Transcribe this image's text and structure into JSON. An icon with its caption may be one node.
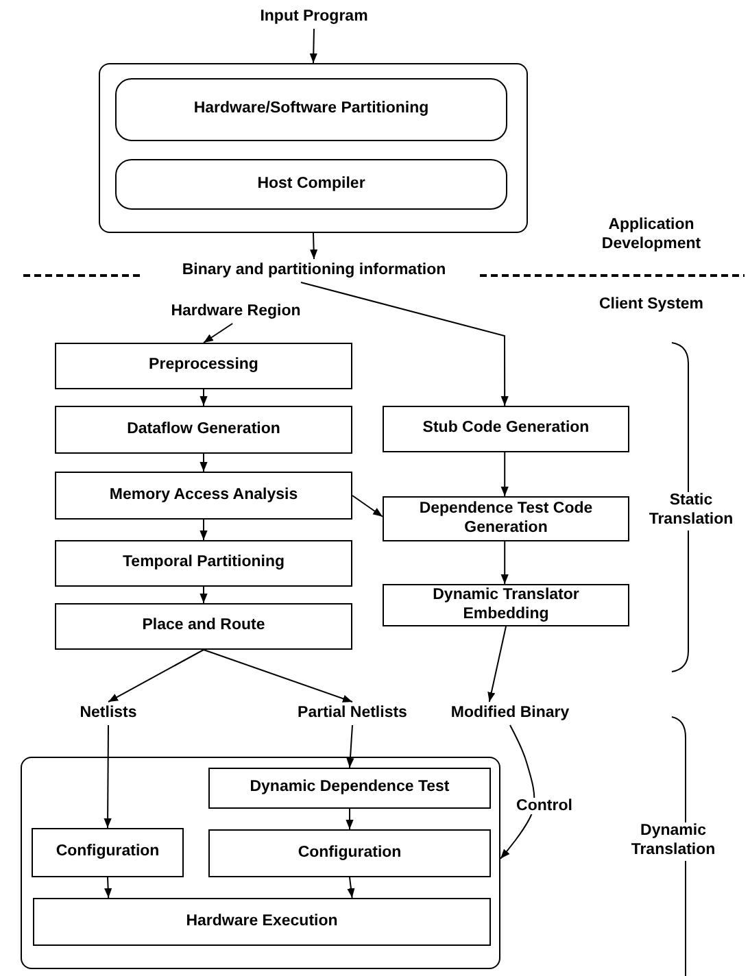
{
  "diagram": {
    "nodes": [
      {
        "text": [
          "Input Program"
        ]
      },
      {
        "text": [],
        "shape": "box"
      },
      {
        "text": [
          "Hardware/Software Partitioning"
        ],
        "in": 1
      },
      {
        "text": [
          "Host Compiler"
        ],
        "in": 1
      },
      {
        "text": [
          "Binary and partitioning information"
        ]
      },
      {
        "text": [
          "Hardware Region"
        ]
      },
      {
        "text": [
          "Preprocessing"
        ]
      },
      {
        "text": [
          "Dataflow Generation"
        ]
      },
      {
        "text": [
          "Memory Access Analysis"
        ]
      },
      {
        "text": [
          "Temporal Partitioning"
        ]
      },
      {
        "text": [
          "Place and Route"
        ]
      },
      {
        "text": [
          "Stub Code Generation"
        ]
      },
      {
        "text": [
          "Dependence Test Code Generation"
        ]
      },
      {
        "text": [
          "Dynamic Translator Embedding"
        ]
      },
      {
        "text": [
          "Netlists"
        ]
      },
      {
        "text": [
          "Partial Netlists"
        ]
      },
      {
        "text": [
          "Modified Binary"
        ]
      },
      {
        "text": [],
        "shape": "box"
      },
      {
        "text": [
          "Dynamic Dependence Test"
        ],
        "in": 17
      },
      {
        "text": [
          "Configuration"
        ],
        "in": 17
      },
      {
        "text": [
          "Configuration"
        ],
        "in": 17
      },
      {
        "text": [
          "Hardware Execution"
        ],
        "in": 17
      }
    ],
    "edges": [
      {
        "from": 0,
        "to": 1,
        "arrow": "to"
      },
      {
        "from": 1,
        "to": 4,
        "arrow": "to"
      },
      {
        "from": 4,
        "to": 11,
        "arrow": "to"
      },
      {
        "from": 5,
        "to": 6,
        "arrow": "to"
      },
      {
        "from": 6,
        "to": 7,
        "arrow": "to"
      },
      {
        "from": 7,
        "to": 8,
        "arrow": "to"
      },
      {
        "from": 8,
        "to": 9,
        "arrow": "to"
      },
      {
        "from": 9,
        "to": 10,
        "arrow": "to"
      },
      {
        "from": 8,
        "to": 12,
        "arrow": "to"
      },
      {
        "from": 11,
        "to": 12,
        "arrow": "to"
      },
      {
        "from": 12,
        "to": 13,
        "arrow": "to"
      },
      {
        "from": 13,
        "to": 16,
        "arrow": "to"
      },
      {
        "from": 10,
        "to": 14,
        "arrow": "to"
      },
      {
        "from": 10,
        "to": 15,
        "arrow": "to"
      },
      {
        "from": 14,
        "to": 19,
        "arrow": "to"
      },
      {
        "from": 15,
        "to": 18,
        "arrow": "to"
      },
      {
        "from": 18,
        "to": 20,
        "arrow": "to"
      },
      {
        "from": 19,
        "to": 21,
        "arrow": "to"
      },
      {
        "from": 20,
        "to": 21,
        "arrow": "to"
      },
      {
        "from": 16,
        "to": 17,
        "arrow": "to",
        "label": "Control"
      }
    ],
    "labels": [
      "Application Development",
      "Client System",
      "Static Translation",
      "Dynamic Translation"
    ]
  }
}
